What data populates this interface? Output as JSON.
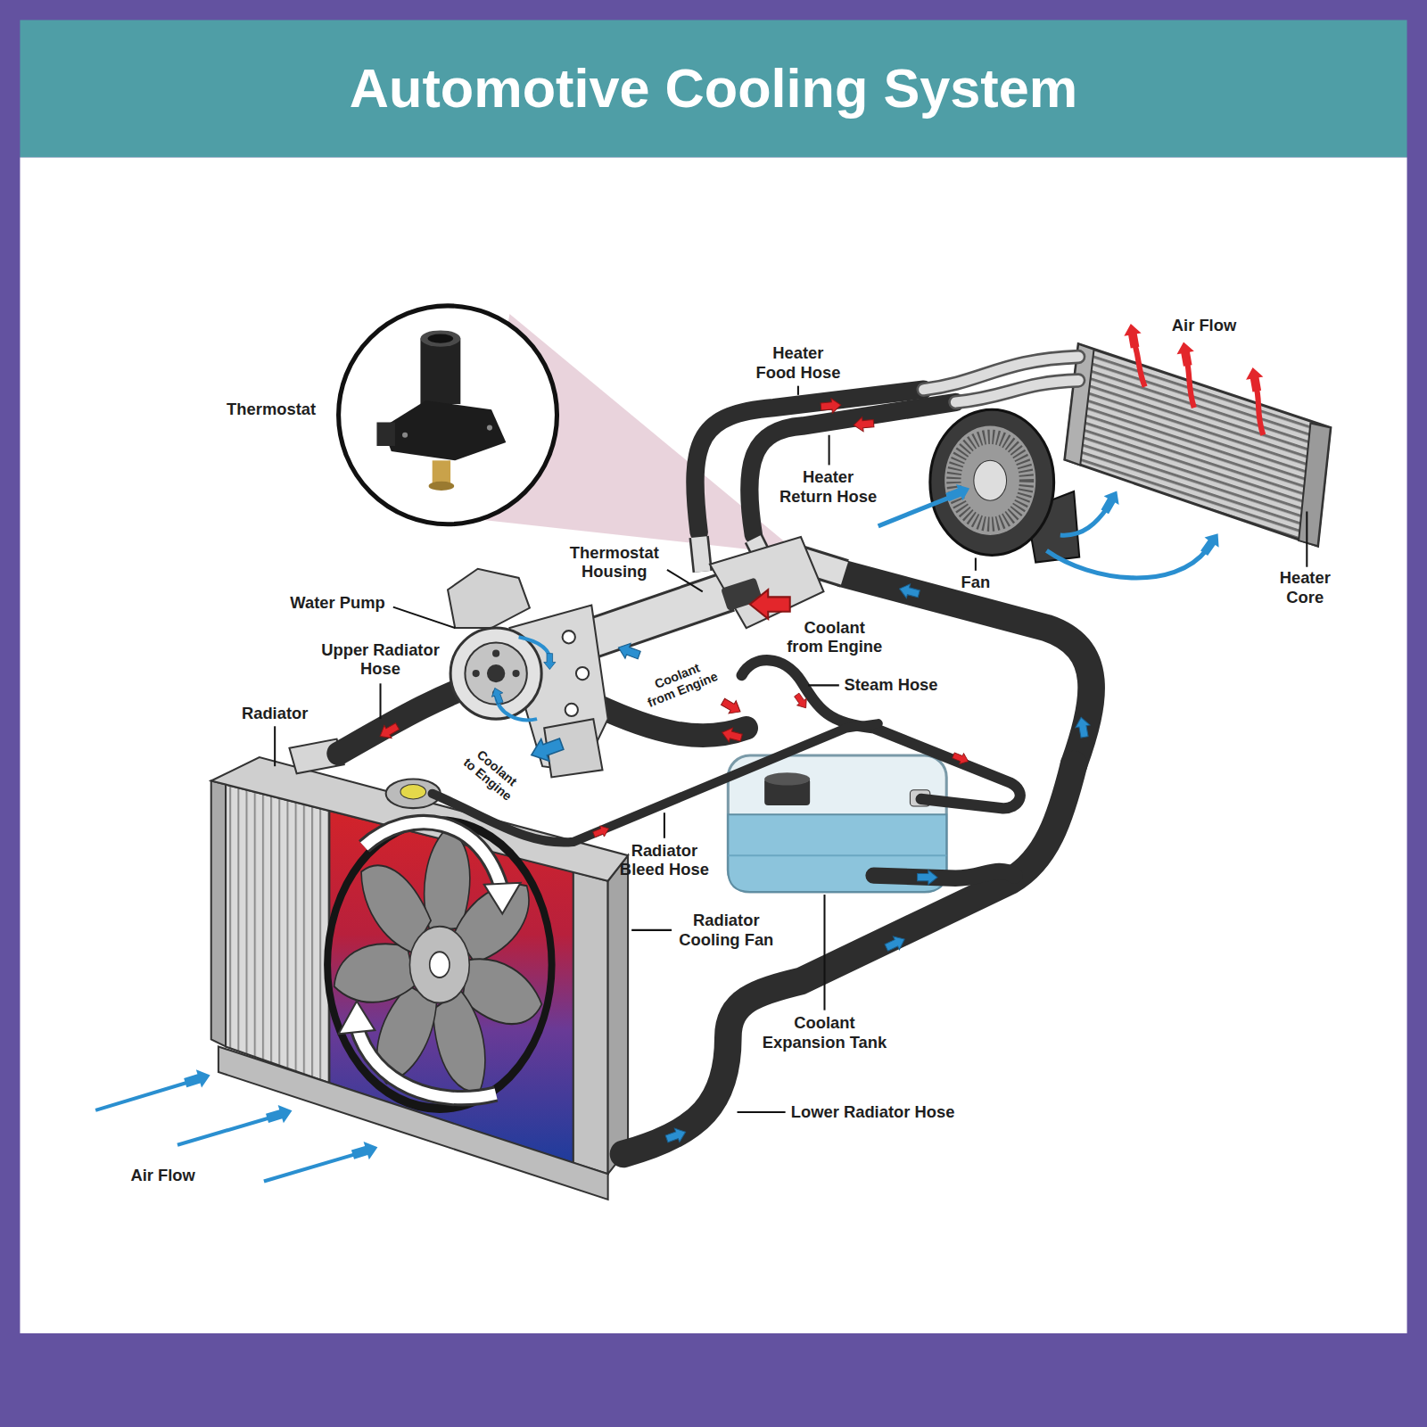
{
  "diagram": {
    "title": "Automotive Cooling System",
    "labels": [
      "Thermostat",
      "Heater Food Hose",
      "Air Flow",
      "Heater Return Hose",
      "Thermostat Housing",
      "Fan",
      "Heater Core",
      "Water Pump",
      "Coolant from Engine",
      "Upper Radiator Hose",
      "Coolant from Engine",
      "Steam Hose",
      "Radiator",
      "Coolant to Engine",
      "Radiator Bleed Hose",
      "Radiator Cooling Fan",
      "Coolant Expansion Tank",
      "Lower Radiator Hose",
      "Air Flow"
    ]
  }
}
